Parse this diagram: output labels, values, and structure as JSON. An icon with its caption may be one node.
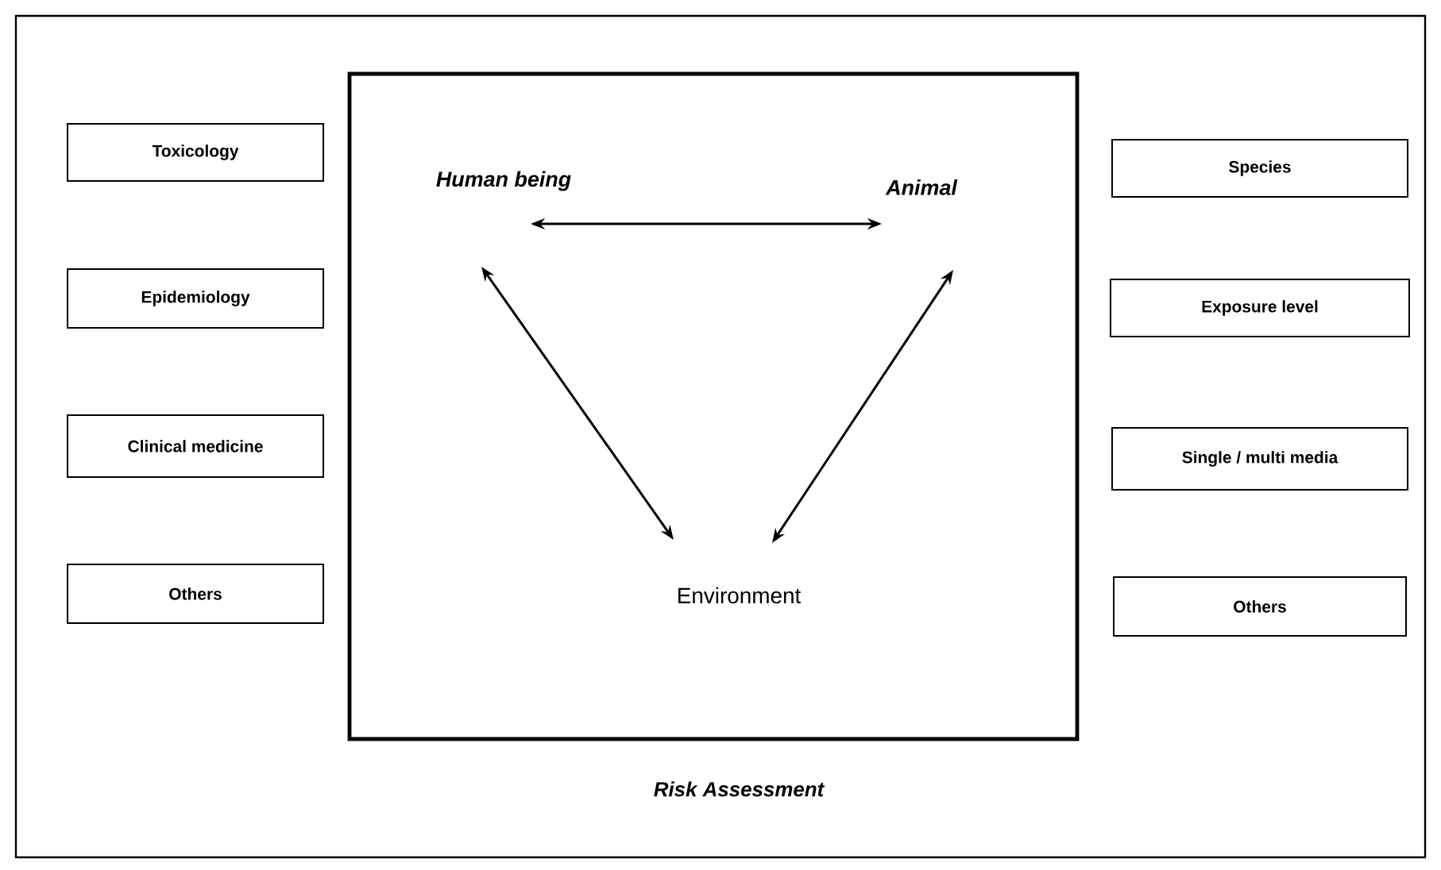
{
  "diagram": {
    "nodes": [
      {
        "text": [
          "Toxicology"
        ]
      },
      {
        "text": [
          "Epidemiology"
        ]
      },
      {
        "text": [
          "Clinical medicine"
        ]
      },
      {
        "text": [
          "Others"
        ]
      },
      {
        "text": [
          "Risk Assessment"
        ]
      },
      {
        "text": [
          "Human being"
        ],
        "in": 4
      },
      {
        "text": [
          "Animal"
        ],
        "in": 4
      },
      {
        "text": [
          "Environment"
        ],
        "in": 4
      },
      {
        "text": [
          "Species"
        ]
      },
      {
        "text": [
          "Exposure level"
        ]
      },
      {
        "text": [
          "Single / multi media"
        ]
      },
      {
        "text": [
          "Others"
        ]
      }
    ],
    "edges": [
      {
        "from": 5,
        "to": 6,
        "arrow": "both"
      },
      {
        "from": 5,
        "to": 7,
        "arrow": "both"
      },
      {
        "from": 6,
        "to": 7,
        "arrow": "both"
      }
    ]
  }
}
